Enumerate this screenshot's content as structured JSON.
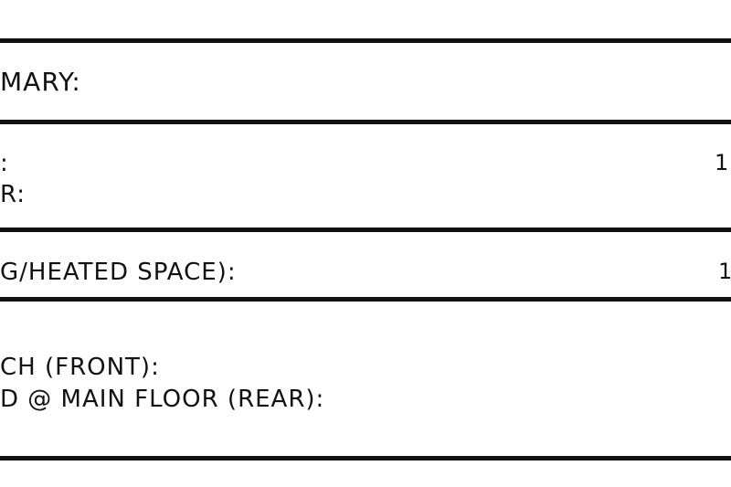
{
  "sheet": {
    "heading": "MARY:",
    "rows": {
      "floor_line_1": ":",
      "floor_line_1_value": "1",
      "floor_line_2": "R:",
      "heated_space": "G/HEATED SPACE):",
      "heated_space_value": "1",
      "porch_front": "CH (FRONT):",
      "deck_rear": "D @ MAIN FLOOR (REAR):"
    }
  }
}
